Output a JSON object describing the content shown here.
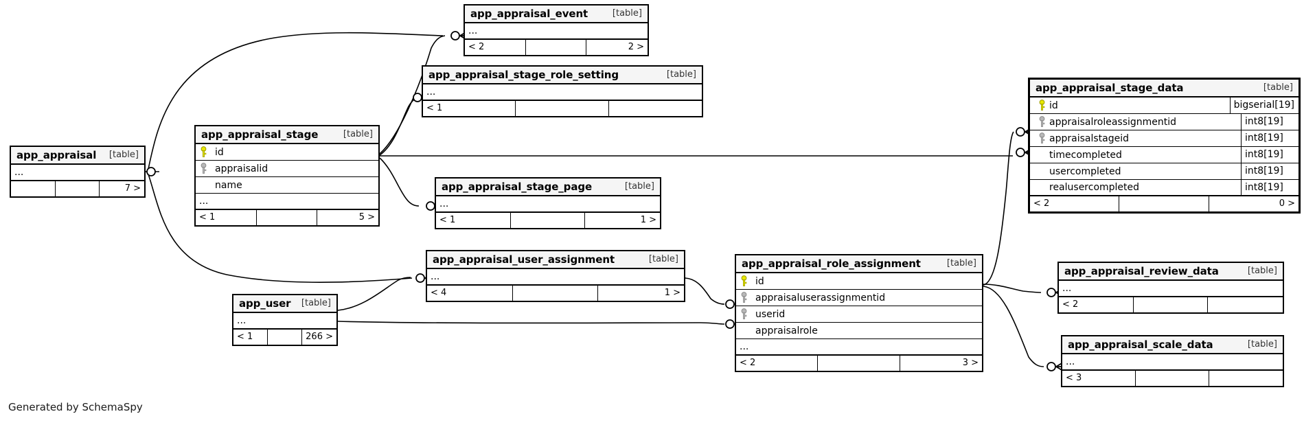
{
  "diagram": {
    "title": "SchemaSpy relationships diagram",
    "credit": "Generated by SchemaSpy",
    "table_tag": "[table]",
    "ellipsis": "...",
    "colors": {
      "primary_key": "#e8e800",
      "foreign_key": "#b3b3b3",
      "node_border": "#000000",
      "title_background": "#f5f5f5",
      "background": "#ffffff"
    }
  },
  "tables": [
    {
      "id": "app_appraisal_event",
      "name": "app_appraisal_event",
      "tag": "[table]",
      "has_ellipsis_row": true,
      "columns": [],
      "footer": {
        "left": "< 2",
        "middle": "",
        "right": "2 >"
      }
    },
    {
      "id": "app_appraisal_stage_role_setting",
      "name": "app_appraisal_stage_role_setting",
      "tag": "[table]",
      "has_ellipsis_row": true,
      "columns": [],
      "footer": {
        "left": "< 1",
        "middle": "",
        "right": ""
      }
    },
    {
      "id": "app_appraisal_stage_page",
      "name": "app_appraisal_stage_page",
      "tag": "[table]",
      "has_ellipsis_row": true,
      "columns": [],
      "footer": {
        "left": "< 1",
        "middle": "",
        "right": "1 >"
      }
    },
    {
      "id": "app_appraisal",
      "name": "app_appraisal",
      "tag": "[table]",
      "has_ellipsis_row": true,
      "columns": [],
      "footer": {
        "left": "",
        "middle": "",
        "right": "7 >"
      }
    },
    {
      "id": "app_appraisal_stage",
      "name": "app_appraisal_stage",
      "tag": "[table]",
      "has_ellipsis_row": true,
      "columns": [
        {
          "name": "id",
          "key": "primary",
          "type": ""
        },
        {
          "name": "appraisalid",
          "key": "foreign",
          "type": ""
        },
        {
          "name": "name",
          "key": "none",
          "type": ""
        }
      ],
      "footer": {
        "left": "< 1",
        "middle": "",
        "right": "5 >"
      }
    },
    {
      "id": "app_appraisal_user_assignment",
      "name": "app_appraisal_user_assignment",
      "tag": "[table]",
      "has_ellipsis_row": true,
      "columns": [],
      "footer": {
        "left": "< 4",
        "middle": "",
        "right": "1 >"
      }
    },
    {
      "id": "app_user",
      "name": "app_user",
      "tag": "[table]",
      "has_ellipsis_row": true,
      "columns": [],
      "footer": {
        "left": "< 1",
        "middle": "",
        "right": "266 >"
      }
    },
    {
      "id": "app_appraisal_role_assignment",
      "name": "app_appraisal_role_assignment",
      "tag": "[table]",
      "has_ellipsis_row": true,
      "columns": [
        {
          "name": "id",
          "key": "primary",
          "type": ""
        },
        {
          "name": "appraisaluserassignmentid",
          "key": "foreign",
          "type": ""
        },
        {
          "name": "userid",
          "key": "foreign",
          "type": ""
        },
        {
          "name": "appraisalrole",
          "key": "none",
          "type": ""
        }
      ],
      "footer": {
        "left": "< 2",
        "middle": "",
        "right": "3 >"
      }
    },
    {
      "id": "app_appraisal_stage_data",
      "name": "app_appraisal_stage_data",
      "tag": "[table]",
      "has_ellipsis_row": false,
      "columns": [
        {
          "name": "id",
          "key": "primary",
          "type": "bigserial[19]"
        },
        {
          "name": "appraisalroleassignmentid",
          "key": "foreign",
          "type": "int8[19]"
        },
        {
          "name": "appraisalstageid",
          "key": "foreign",
          "type": "int8[19]"
        },
        {
          "name": "timecompleted",
          "key": "none",
          "type": "int8[19]"
        },
        {
          "name": "usercompleted",
          "key": "none",
          "type": "int8[19]"
        },
        {
          "name": "realusercompleted",
          "key": "none",
          "type": "int8[19]"
        }
      ],
      "footer": {
        "left": "< 2",
        "middle": "",
        "right": "0 >"
      }
    },
    {
      "id": "app_appraisal_review_data",
      "name": "app_appraisal_review_data",
      "tag": "[table]",
      "has_ellipsis_row": true,
      "columns": [],
      "footer": {
        "left": "< 2",
        "middle": "",
        "right": ""
      }
    },
    {
      "id": "app_appraisal_scale_data",
      "name": "app_appraisal_scale_data",
      "tag": "[table]",
      "has_ellipsis_row": true,
      "columns": [],
      "footer": {
        "left": "< 3",
        "middle": "",
        "right": ""
      }
    }
  ],
  "relationships": [
    {
      "from": "app_appraisal_stage",
      "to": "app_appraisal_event",
      "kind": "zero-or-more"
    },
    {
      "from": "app_appraisal_stage",
      "to": "app_appraisal_stage_role_setting",
      "kind": "zero-or-more"
    },
    {
      "from": "app_appraisal_stage",
      "to": "app_appraisal_stage_page",
      "kind": "zero-or-more"
    },
    {
      "from": "app_appraisal_stage",
      "to": "app_appraisal_stage_data",
      "kind": "zero-or-more"
    },
    {
      "from": "app_appraisal",
      "to": "app_appraisal_stage",
      "kind": "zero-or-more"
    },
    {
      "from": "app_appraisal",
      "to": "app_appraisal_event",
      "kind": "zero-or-more"
    },
    {
      "from": "app_appraisal",
      "to": "app_appraisal_user_assignment",
      "kind": "zero-or-more"
    },
    {
      "from": "app_user",
      "to": "app_appraisal_user_assignment",
      "kind": "zero-or-more"
    },
    {
      "from": "app_user",
      "to": "app_appraisal_role_assignment",
      "kind": "zero-or-more"
    },
    {
      "from": "app_appraisal_user_assignment",
      "to": "app_appraisal_role_assignment",
      "kind": "zero-or-more"
    },
    {
      "from": "app_appraisal_role_assignment",
      "to": "app_appraisal_stage_data",
      "kind": "zero-or-more"
    },
    {
      "from": "app_appraisal_role_assignment",
      "to": "app_appraisal_review_data",
      "kind": "zero-or-more"
    },
    {
      "from": "app_appraisal_role_assignment",
      "to": "app_appraisal_scale_data",
      "kind": "zero-or-more"
    }
  ]
}
